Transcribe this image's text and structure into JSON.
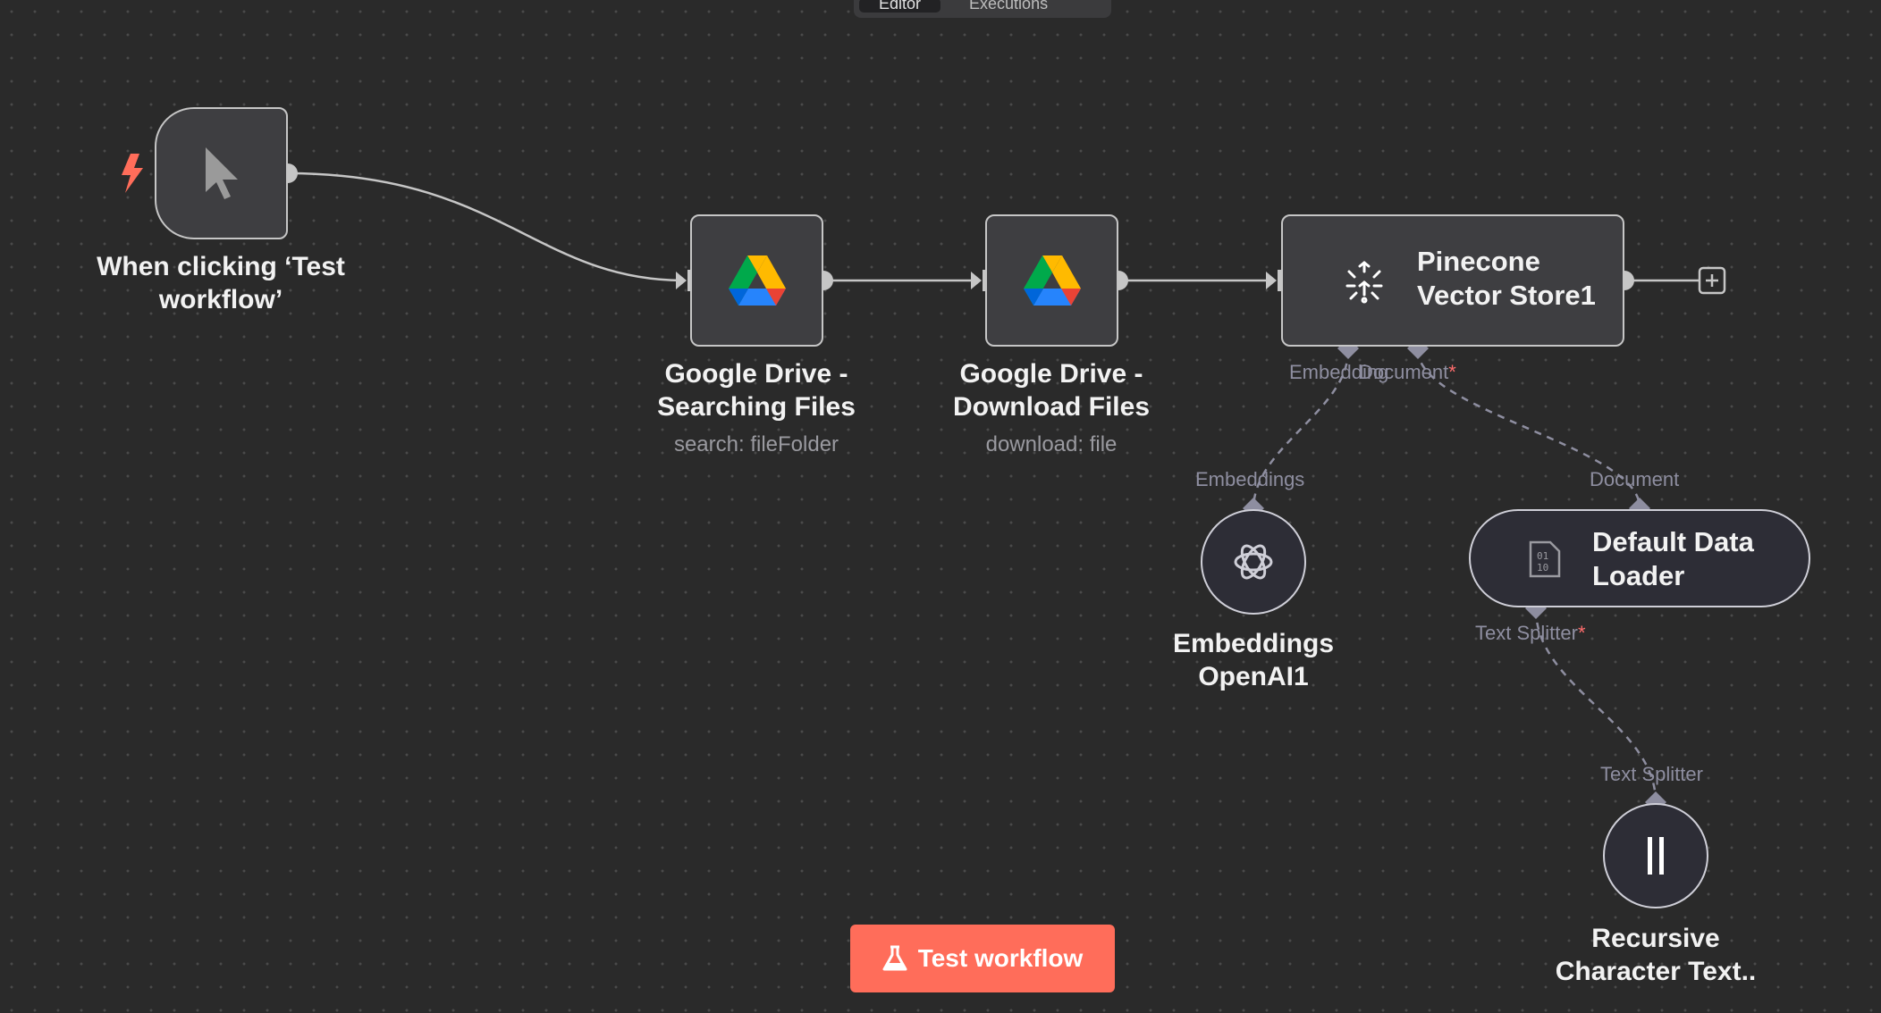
{
  "tabs": [
    {
      "label": "Editor"
    },
    {
      "label": "Executions"
    }
  ],
  "nodes": {
    "trigger": {
      "label": "When clicking ‘Test workflow’"
    },
    "gdrive_search": {
      "label_line1": "Google Drive -",
      "label_line2": "Searching Files",
      "subtitle": "search: fileFolder"
    },
    "gdrive_download": {
      "label_line1": "Google Drive -",
      "label_line2": "Download Files",
      "subtitle": "download: file"
    },
    "pinecone": {
      "label_line1": "Pinecone",
      "label_line2": "Vector Store1",
      "port_embedding": "Embedding",
      "port_document": "Document"
    },
    "embeddings": {
      "label_line1": "Embeddings",
      "label_line2": "OpenAI1",
      "port": "Embeddings"
    },
    "loader": {
      "label_line1": "Default Data",
      "label_line2": "Loader",
      "port_in": "Document",
      "port_out": "Text Splitter"
    },
    "splitter": {
      "label_line1": "Recursive",
      "label_line2": "Character Text..",
      "port": "Text Splitter"
    }
  },
  "required_mark": "*",
  "test_button": {
    "label": "Test workflow"
  },
  "colors": {
    "accent": "#ff6d5a",
    "trigger_bolt": "#ff6d5a",
    "required": "#ff6d6d"
  }
}
